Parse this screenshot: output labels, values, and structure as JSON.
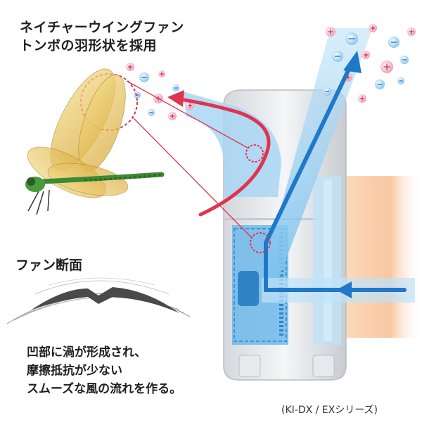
{
  "heading": {
    "line1": "ネイチャーウイングファン",
    "line2": "トンボの羽形状を採用"
  },
  "cross_section": {
    "title": "ファン断面"
  },
  "description": {
    "line1": "凹部に渦が形成され、",
    "line2": "摩擦抵抗が少ない",
    "line3": "スムーズな風の流れを作る。"
  },
  "model_note": "(KI-DX / EXシリーズ)",
  "colors": {
    "airflow_blue": "#1f78c8",
    "airflow_blue_light": "#9fd0f2",
    "vortex_red": "#e0344e",
    "callout_red": "#e0344e",
    "warm_glow": "#f7b98a",
    "dragonfly_wing": "#e8c45a",
    "dragonfly_body": "#3c8a34"
  }
}
